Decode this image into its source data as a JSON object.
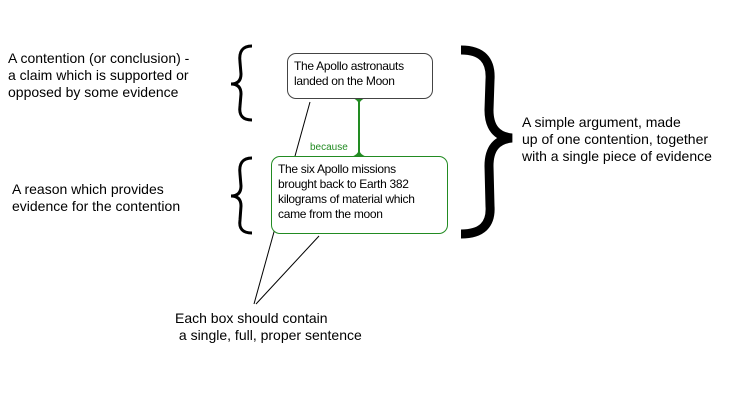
{
  "labels": {
    "contention_desc": [
      "A contention (or conclusion) -",
      "a claim which is supported or",
      "opposed by some evidence"
    ],
    "reason_desc": [
      "A reason which provides",
      "evidence for the contention"
    ],
    "argument_desc": [
      "A simple argument, made",
      "up of one contention, together",
      "with a single piece of evidence"
    ],
    "box_note": [
      "Each box should contain",
      " a single, full, proper sentence"
    ]
  },
  "contention_box": {
    "text": [
      "The Apollo astronauts",
      "landed on the Moon"
    ]
  },
  "reason_box": {
    "text": [
      "The six Apollo missions",
      "brought back to Earth 382",
      "kilograms of material which",
      "came from the moon"
    ]
  },
  "connector": {
    "label": "because",
    "color": "#228b22"
  }
}
